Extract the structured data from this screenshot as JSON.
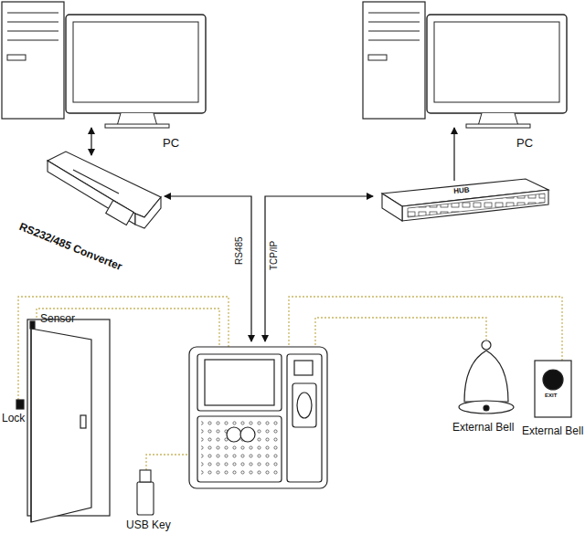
{
  "diagram": {
    "nodes": [
      {
        "text": [
          "PC"
        ]
      },
      {
        "text": [
          "PC"
        ]
      },
      {
        "text": [
          "RS232/485 Converter"
        ]
      },
      {
        "text": [
          "HUB"
        ]
      }
    ],
    "edges": [
      {
        "from": 0,
        "to": 2,
        "arrow": "both"
      },
      {
        "from": 3,
        "to": 1,
        "arrow": "to"
      }
    ],
    "labels": [
      "RS485",
      "TCP/IP",
      "Sensor",
      "Lock",
      "USB Key",
      "External Bell",
      "External Bell",
      "EXIT"
    ]
  }
}
